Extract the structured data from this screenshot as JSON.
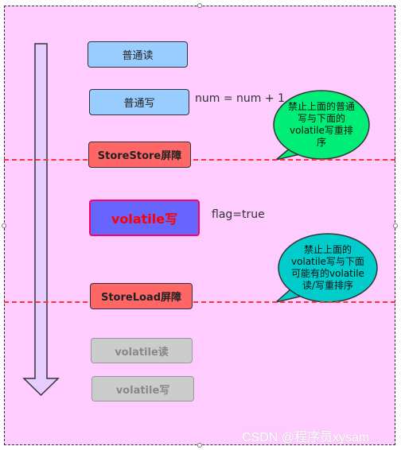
{
  "colors": {
    "canvas_bg": "#ffccff",
    "normal_box": "#99ccff",
    "barrier_box": "#ff6666",
    "volatile_write_box": "#6666ff",
    "volatile_write_text": "#ff0000",
    "grey_box": "#cccccc",
    "divider": "#ff3333",
    "bubble_green": "#00ee77",
    "bubble_teal": "#00cccc",
    "arrow_fill": "#e6ccff"
  },
  "boxes": {
    "normal_read": "普通读",
    "normal_write": "普通写",
    "storestore_barrier": "StoreStore屏障",
    "volatile_write": "volatile写",
    "storeload_barrier": "StoreLoad屏障",
    "later_volatile_read": "volatile读",
    "later_volatile_write": "volatile写"
  },
  "labels": {
    "num_assign": "num = num + 1",
    "flag_assign": "flag=true"
  },
  "callouts": {
    "top": [
      "禁止上面的普通",
      "写与下面的",
      "volatile写重排",
      "序"
    ],
    "bottom": [
      "禁止上面的",
      "volatile写与下面",
      "可能有的volatile",
      "读/写重排序"
    ]
  },
  "watermark": "CSDN @程序员xysam"
}
